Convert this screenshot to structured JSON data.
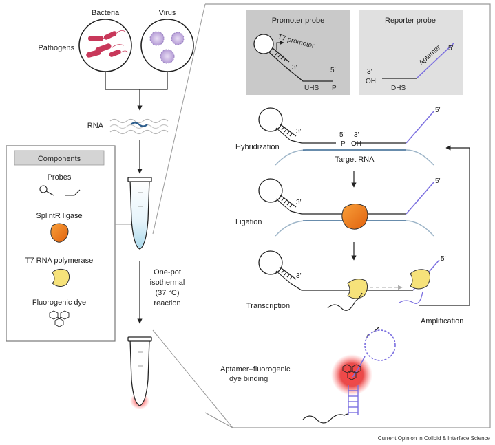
{
  "left": {
    "bacteria_label": "Bacteria",
    "virus_label": "Virus",
    "pathogens_label": "Pathogens",
    "rna_label": "RNA",
    "components": {
      "title": "Components",
      "probes_label": "Probes",
      "ligase_label": "SplintR ligase",
      "polymerase_label": "T7 RNA polymerase",
      "dye_label": "Fluorogenic dye"
    },
    "reaction_lines": [
      "One-pot",
      "isothermal",
      "(37 °C)",
      "reaction"
    ]
  },
  "promoter_probe": {
    "title": "Promoter probe",
    "t7_label": "T7 promoter",
    "three_prime": "3′",
    "five_prime": "5′",
    "p_label": "P",
    "uhs_label": "UHS"
  },
  "reporter_probe": {
    "title": "Reporter probe",
    "three_prime": "3′",
    "oh_label": "OH",
    "aptamer_label": "Aptamer",
    "five_prime": "5′",
    "dhs_label": "DHS"
  },
  "steps": {
    "hybridization": "Hybridization",
    "target_rna": "Target RNA",
    "ligation": "Ligation",
    "transcription": "Transcription",
    "amplification": "Amplification",
    "binding_line1": "Aptamer–fluorogenic",
    "binding_line2": "dye binding"
  },
  "hyb_marks": {
    "three_prime_a": "3′",
    "five_prime": "5′",
    "p_label": "P",
    "three_prime_b": "3′",
    "oh_label": "OH",
    "five_prime_end": "5′"
  },
  "lig_marks": {
    "three_prime": "3′",
    "five_prime": "5′"
  },
  "tx_marks": {
    "three_prime": "3′",
    "five_prime": "5′"
  },
  "footer": "Current Opinion in Colloid & Interface Science",
  "colors": {
    "bacteria": "#c8385a",
    "virus": "#b59cd6",
    "reporter_line": "#7b6fe0",
    "target_rna": "#9db5c8",
    "ligase": "#f07d18",
    "polymerase": "#f6e27a",
    "dye_glow": "#e53030",
    "panel_gray": "#c9c9c9"
  }
}
